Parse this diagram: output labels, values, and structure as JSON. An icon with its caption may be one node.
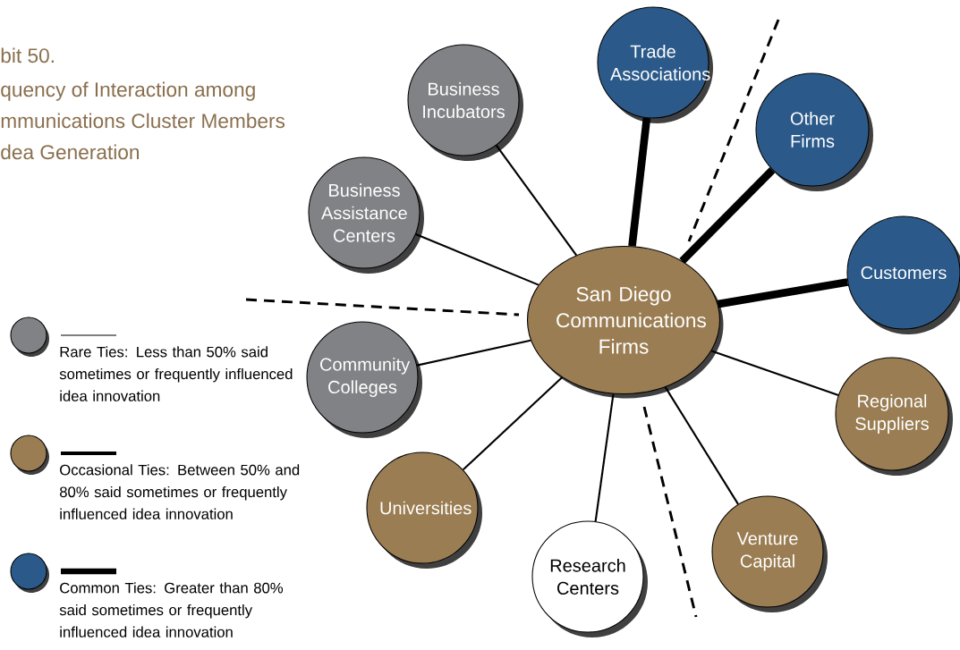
{
  "diagram": {
    "nodes": [
      {
        "text": [
          "San Diego Communications Firms"
        ]
      },
      {
        "text": [
          "Trade Associations"
        ]
      },
      {
        "text": [
          "Business Incubators"
        ]
      },
      {
        "text": [
          "Other Firms"
        ]
      },
      {
        "text": [
          "Business Assistance Centers"
        ]
      },
      {
        "text": [
          "Customers"
        ]
      },
      {
        "text": [
          "Community Colleges"
        ]
      },
      {
        "text": [
          "Regional Suppliers"
        ]
      },
      {
        "text": [
          "Universities"
        ]
      },
      {
        "text": [
          "Venture Capital"
        ]
      },
      {
        "text": [
          "Research Centers"
        ]
      }
    ],
    "edges": [
      {
        "from": 0,
        "to": 1,
        "arrow": "none",
        "style": "thick"
      },
      {
        "from": 0,
        "to": 2,
        "arrow": "none"
      },
      {
        "from": 0,
        "to": 3,
        "arrow": "none",
        "style": "thick"
      },
      {
        "from": 0,
        "to": 4,
        "arrow": "none"
      },
      {
        "from": 0,
        "to": 5,
        "arrow": "none",
        "style": "thick"
      },
      {
        "from": 0,
        "to": 6,
        "arrow": "none"
      },
      {
        "from": 0,
        "to": 7,
        "arrow": "none"
      },
      {
        "from": 0,
        "to": 8,
        "arrow": "none"
      },
      {
        "from": 0,
        "to": 9,
        "arrow": "none"
      },
      {
        "from": 0,
        "to": 10,
        "arrow": "none"
      }
    ],
    "labels": [
      "bit 50.",
      "quency of Interaction among",
      "mmunications Cluster Members",
      "dea Generation"
    ],
    "legend": [
      {
        "text": "Rare Ties:  Less than 50% said sometimes or frequently influenced idea innovation",
        "color": "#808285"
      },
      {
        "text": "Occasional Ties:  Between 50% and 80% said sometimes or frequently influenced idea innovation",
        "color": "#9a7d52"
      },
      {
        "text": "Common Ties:  Greater than 80% said sometimes or frequently influenced idea innovation",
        "color": "#2b5a8a"
      }
    ]
  }
}
